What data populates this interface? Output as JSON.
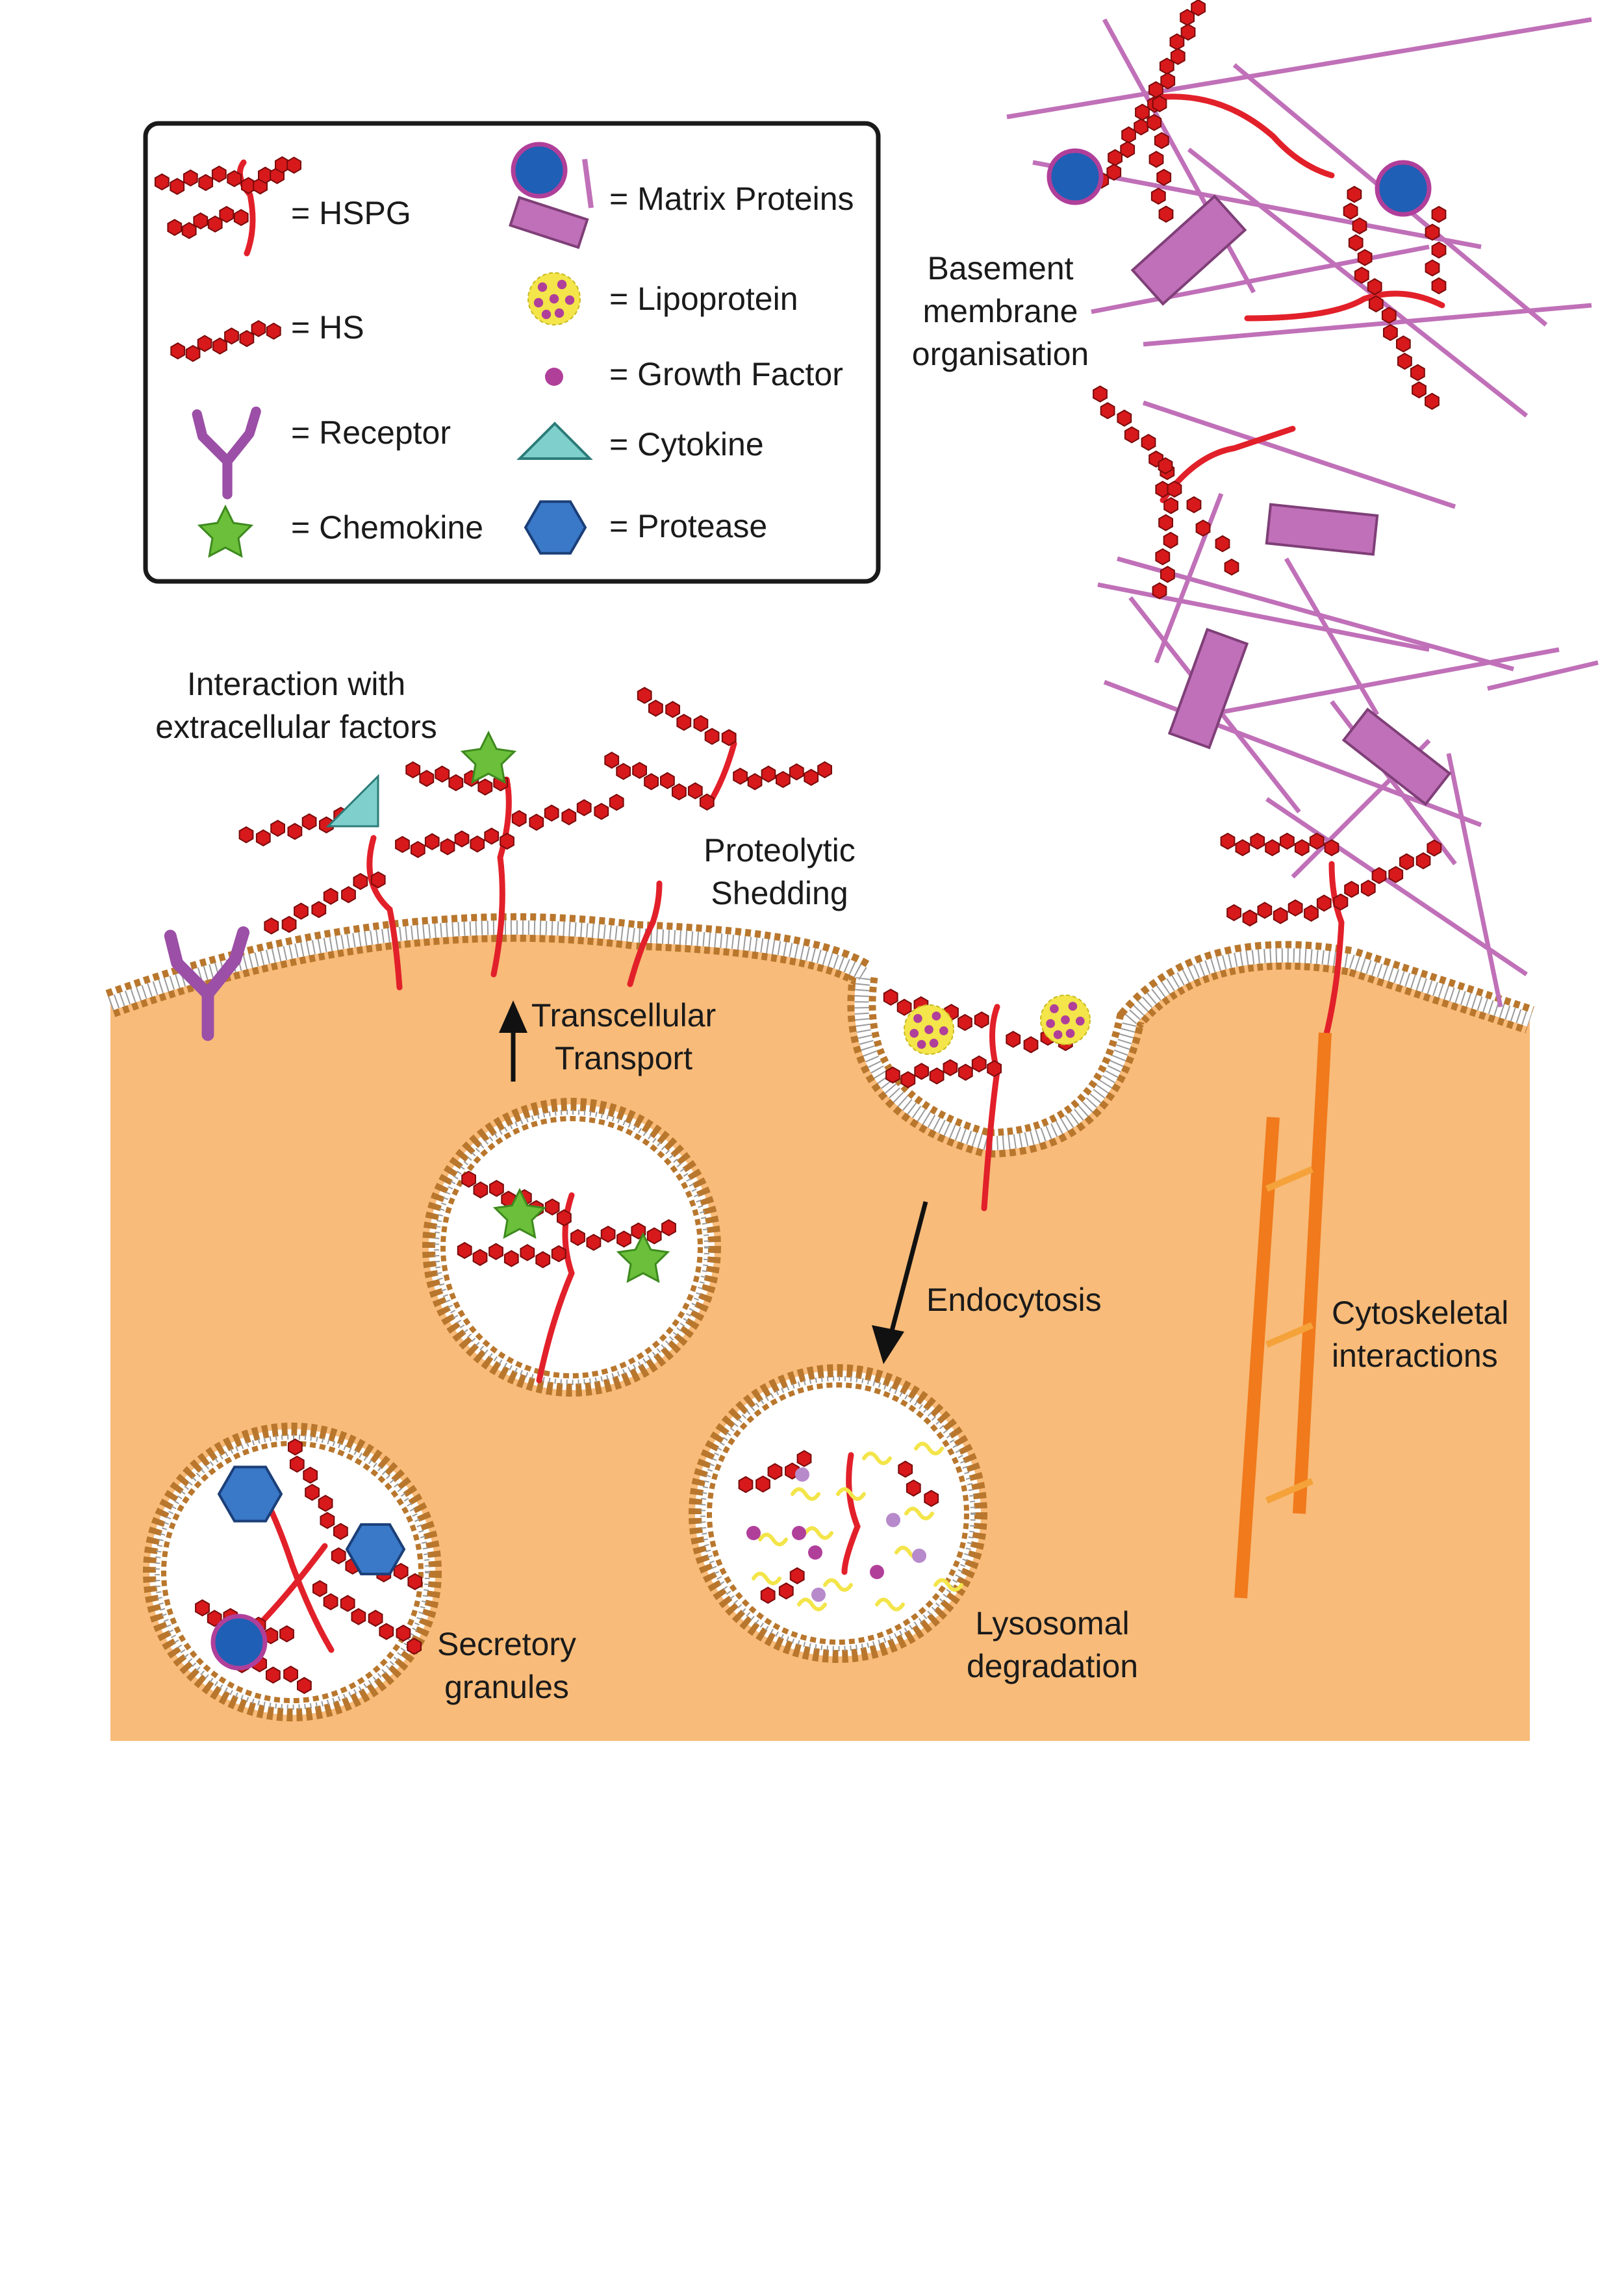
{
  "legend": {
    "items": [
      {
        "key": "hspg",
        "label": "= HSPG"
      },
      {
        "key": "hs",
        "label": "= HS"
      },
      {
        "key": "receptor",
        "label": "= Receptor"
      },
      {
        "key": "chemokine",
        "label": "= Chemokine"
      },
      {
        "key": "matrix",
        "label": "= Matrix Proteins"
      },
      {
        "key": "lipoprotein",
        "label": "= Lipoprotein"
      },
      {
        "key": "growth_factor",
        "label": "= Growth Factor"
      },
      {
        "key": "cytokine",
        "label": "= Cytokine"
      },
      {
        "key": "protease",
        "label": "= Protease"
      }
    ]
  },
  "labels": {
    "interaction": [
      "Interaction with",
      "extracellular factors"
    ],
    "shedding": [
      "Proteolytic",
      "Shedding"
    ],
    "basement": [
      "Basement",
      "membrane",
      "organisation"
    ],
    "transcellular": [
      "Transcellular",
      "Transport"
    ],
    "endocytosis": [
      "Endocytosis"
    ],
    "cytoskeletal": [
      "Cytoskeletal",
      "interactions"
    ],
    "secretory": [
      "Secretory",
      "granules"
    ],
    "lysosomal": [
      "Lysosomal",
      "degradation"
    ]
  },
  "colors": {
    "cell": "#f8bb79",
    "membrane_head": "#b9772d",
    "hs_chain": "#d7191c",
    "core_protein": "#e2202a",
    "receptor": "#9b4fa6",
    "chemokine": "#6bbf3a",
    "cytokine": "#7fcfcc",
    "protease": "#3a78c8",
    "matrix": "#c070b8",
    "matrix_ball": "#1f5fb5",
    "lipoprotein": "#f3e54a",
    "growth_factor": "#b03f9a",
    "cytoskeleton": "#f07a1c",
    "degraded": "#f3e54a"
  },
  "icons": [
    "hspg-icon",
    "hs-icon",
    "receptor-icon",
    "chemokine-icon",
    "matrix-protein-icon",
    "lipoprotein-icon",
    "growth-factor-icon",
    "cytokine-icon",
    "protease-icon"
  ]
}
